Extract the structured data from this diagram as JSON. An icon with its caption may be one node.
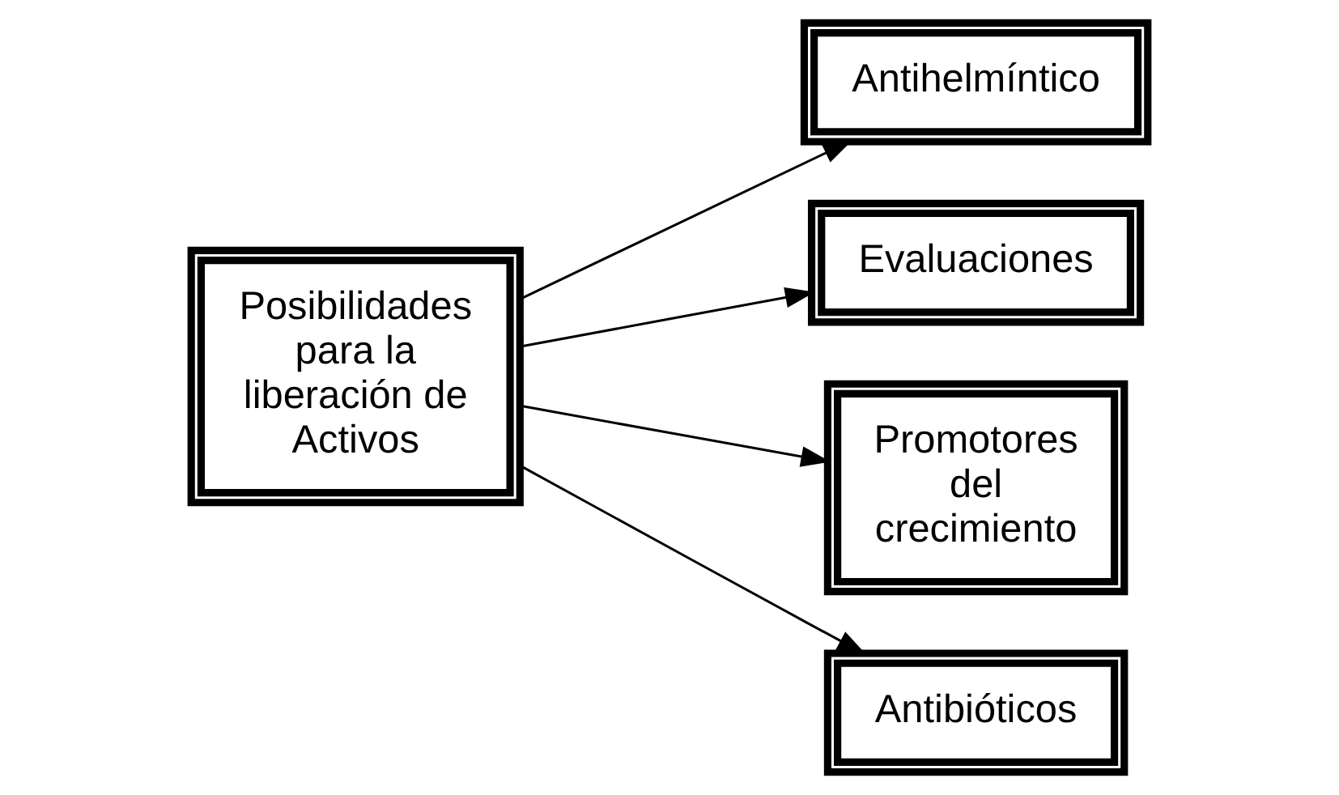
{
  "diagram": {
    "nodes": [
      {
        "text": [
          "Posibilidades para la liberación de Activos"
        ]
      },
      {
        "text": [
          "Antihelmíntico"
        ]
      },
      {
        "text": [
          "Evaluaciones"
        ]
      },
      {
        "text": [
          "Promotores del crecimiento"
        ]
      },
      {
        "text": [
          "Antibióticos"
        ]
      }
    ],
    "edges": [
      {
        "from": 0,
        "to": 1,
        "arrow": "to"
      },
      {
        "from": 0,
        "to": 2,
        "arrow": "to"
      },
      {
        "from": 0,
        "to": 3,
        "arrow": "to"
      },
      {
        "from": 0,
        "to": 4,
        "arrow": "to"
      }
    ]
  }
}
